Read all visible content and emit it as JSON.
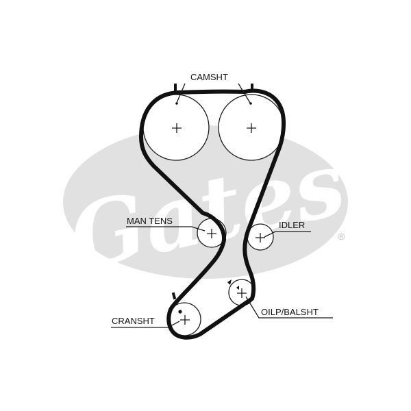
{
  "diagram": {
    "labels": {
      "camshaft": "CAMSHT",
      "man_tens": "MAN TENS",
      "idler": "IDLER",
      "oilp_balsht": "OILP/BALSHT",
      "crankshaft": "CRANSHT"
    },
    "watermark": {
      "brand": "Gates",
      "registered_mark": "®"
    },
    "colors": {
      "belt": "#111111",
      "watermark": "#e1e1e1",
      "line": "#1a1a1a"
    }
  }
}
